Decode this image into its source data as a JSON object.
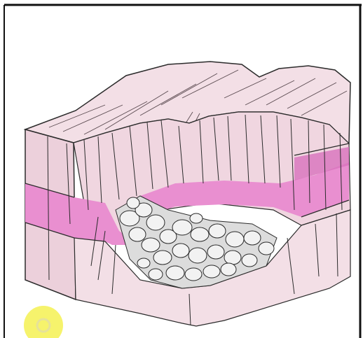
{
  "image": {
    "subject": "block-diagram",
    "colors": {
      "rock_light": "#f3dfe6",
      "rock_face": "#ecd0db",
      "band_magenta": "#e98fd0",
      "band_magenta_dark": "#d872bd",
      "rubble": "#eeeeee",
      "ink": "#2b2b2b",
      "frame": "#111111",
      "badge": "#f6f36c"
    },
    "icons": [
      "rubble-boulders",
      "magenta-rock-band",
      "collapse-depression",
      "yellow-badge-icon"
    ]
  }
}
